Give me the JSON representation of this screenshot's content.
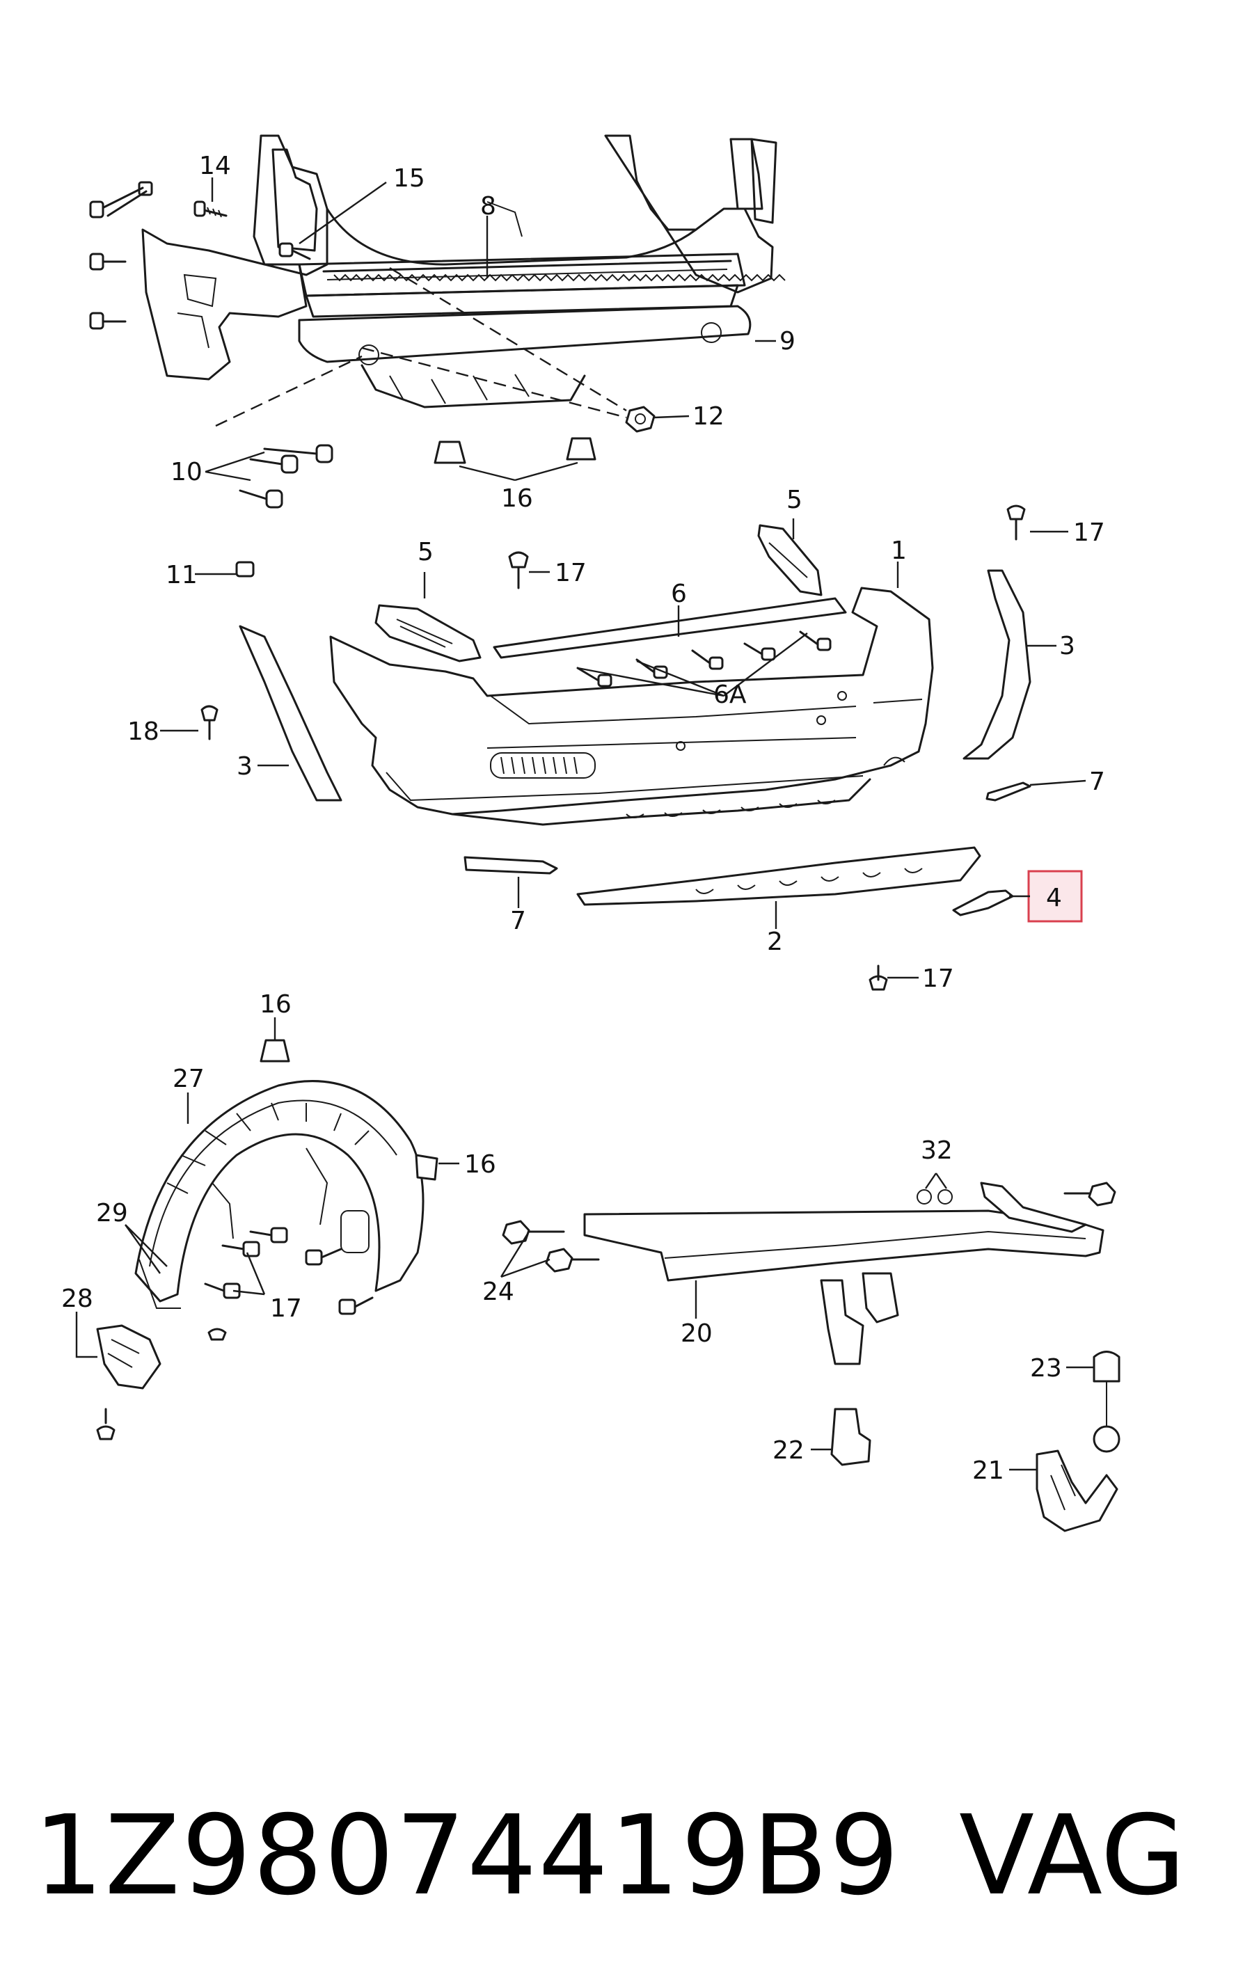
{
  "diagram": {
    "callouts": {
      "c14": "14",
      "c15": "15",
      "c8": "8",
      "c9": "9",
      "c12": "12",
      "c10": "10",
      "c16a": "16",
      "c5a": "5",
      "c5b": "5",
      "c1": "1",
      "c17a": "17",
      "c17b": "17",
      "c11": "11",
      "c6": "6",
      "c6A": "6A",
      "c3a": "3",
      "c3b": "3",
      "c18": "18",
      "c7a": "7",
      "c7b": "7",
      "c2": "2",
      "c4": "4",
      "c17c": "17",
      "c16b": "16",
      "c27": "27",
      "c16c": "16",
      "c32": "32",
      "c29": "29",
      "c17d": "17",
      "c24": "24",
      "c20": "20",
      "c28": "28",
      "c23": "23",
      "c22": "22",
      "c21": "21"
    },
    "highlighted_callout": "4",
    "highlight_color": "#d9404f"
  },
  "footer": {
    "part_number": "1Z98074419B9",
    "brand": "VAG"
  }
}
